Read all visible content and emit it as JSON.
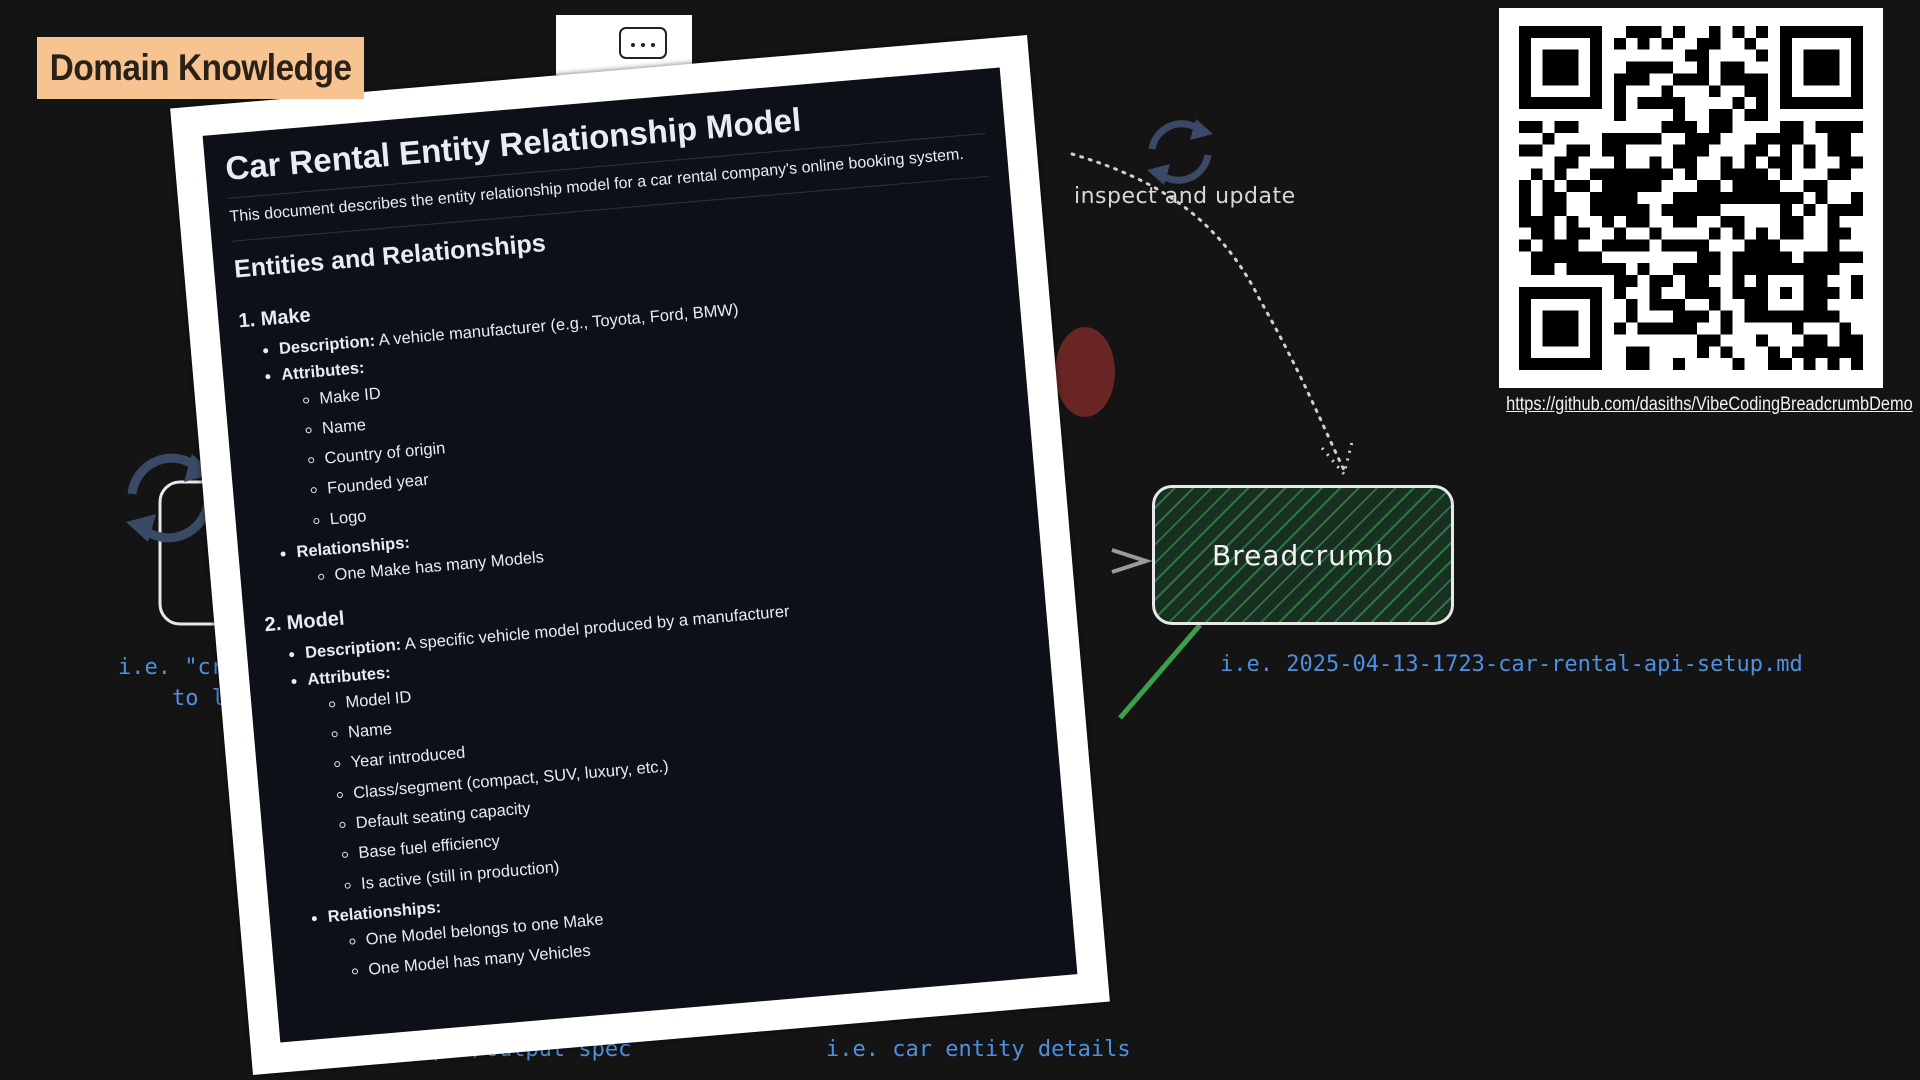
{
  "slide": {
    "title_badge": "Domain Knowledge",
    "qr_link": "https://github.com/dasiths/VibeCodingBreadcrumbDemo"
  },
  "diagram": {
    "inspect_note": "inspect and update",
    "breadcrumb_label": "Breadcrumb",
    "breadcrumb_example": "i.e. 2025-04-13-1723-car-rental-api-setup.md",
    "left_note_line1": "i.e. \"cre",
    "left_note_line2": "to li",
    "bottom_note_left": "i.e. input/output spec",
    "bottom_note_right": "i.e. car entity details"
  },
  "document": {
    "title": "Car Rental Entity Relationship Model",
    "intro": "This document describes the entity relationship model for a car rental company's online booking system.",
    "section_heading": "Entities and Relationships",
    "entities": [
      {
        "heading": "1. Make",
        "description_label": "Description:",
        "description": "A vehicle manufacturer (e.g., Toyota, Ford, BMW)",
        "attributes_label": "Attributes:",
        "attributes": [
          "Make ID",
          "Name",
          "Country of origin",
          "Founded year",
          "Logo"
        ],
        "relationships_label": "Relationships:",
        "relationships": [
          "One Make has many Models"
        ]
      },
      {
        "heading": "2. Model",
        "description_label": "Description:",
        "description": "A specific vehicle model produced by a manufacturer",
        "attributes_label": "Attributes:",
        "attributes": [
          "Model ID",
          "Name",
          "Year introduced",
          "Class/segment (compact, SUV, luxury, etc.)",
          "Default seating capacity",
          "Base fuel efficiency",
          "Is active (still in production)"
        ],
        "relationships_label": "Relationships:",
        "relationships": [
          "One Model belongs to one Make",
          "One Model has many Vehicles"
        ]
      }
    ]
  },
  "colors": {
    "background": "#141414",
    "badge": "#f6c391",
    "note_blue": "#4f8fe0",
    "breadcrumb_fill": "#173022",
    "doc_background": "#0d1117"
  }
}
